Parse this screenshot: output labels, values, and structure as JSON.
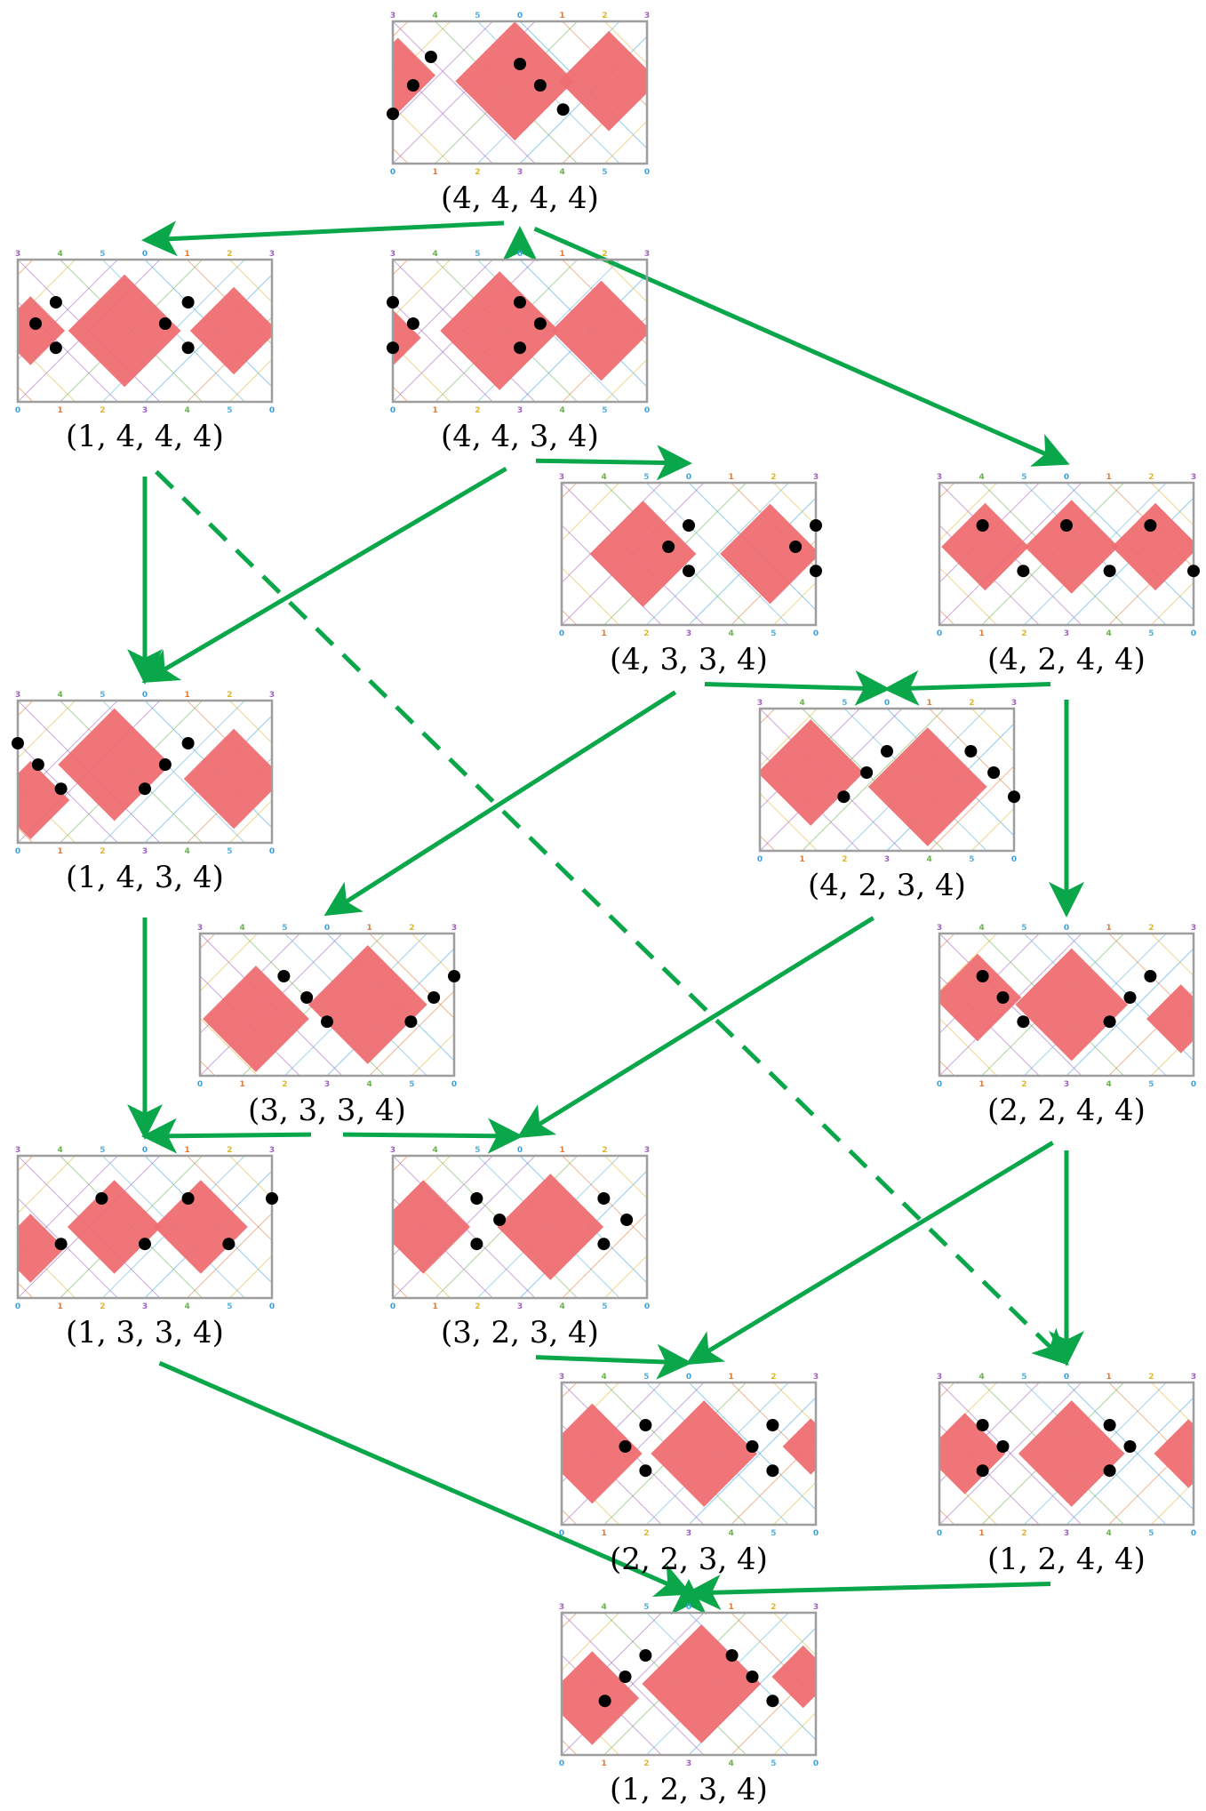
{
  "ticks_top": [
    "3",
    "4",
    "5",
    "0",
    "1",
    "2",
    "3"
  ],
  "ticks_bottom": [
    "0",
    "1",
    "2",
    "3",
    "4",
    "5",
    "0"
  ],
  "tick_colors": {
    "0": "#3aa0e0",
    "1": "#e07a3a",
    "2": "#e0b52a",
    "3": "#a060c0",
    "4": "#6ab04c",
    "5": "#5ab0d8"
  },
  "colors": {
    "arrow": "#0aa64a",
    "fill": "#ee6e72",
    "frame": "#9e9e9e",
    "dot": "#000000"
  },
  "nodes": [
    {
      "id": "n4444",
      "label": "(4, 4, 4, 4)"
    },
    {
      "id": "n1444",
      "label": "(1, 4, 4, 4)"
    },
    {
      "id": "n4434",
      "label": "(4, 4, 3, 4)"
    },
    {
      "id": "n4334",
      "label": "(4, 3, 3, 4)"
    },
    {
      "id": "n4244",
      "label": "(4, 2, 4, 4)"
    },
    {
      "id": "n1434",
      "label": "(1, 4, 3, 4)"
    },
    {
      "id": "n4234",
      "label": "(4, 2, 3, 4)"
    },
    {
      "id": "n3334",
      "label": "(3, 3, 3, 4)"
    },
    {
      "id": "n2244",
      "label": "(2, 2, 4, 4)"
    },
    {
      "id": "n1334",
      "label": "(1, 3, 3, 4)"
    },
    {
      "id": "n3234",
      "label": "(3, 2, 3, 4)"
    },
    {
      "id": "n2234",
      "label": "(2, 2, 3, 4)"
    },
    {
      "id": "n1244",
      "label": "(1, 2, 4, 4)"
    },
    {
      "id": "n1234",
      "label": "(1, 2, 3, 4)"
    }
  ],
  "edges": [
    {
      "from": "n4444",
      "to": "n1444",
      "style": "solid"
    },
    {
      "from": "n4444",
      "to": "n4434",
      "style": "solid"
    },
    {
      "from": "n4444",
      "to": "n4244",
      "style": "solid"
    },
    {
      "from": "n1444",
      "to": "n1434",
      "style": "solid"
    },
    {
      "from": "n1444",
      "to": "n1244",
      "style": "dashed"
    },
    {
      "from": "n4434",
      "to": "n1434",
      "style": "solid"
    },
    {
      "from": "n4434",
      "to": "n4334",
      "style": "solid"
    },
    {
      "from": "n4334",
      "to": "n3334",
      "style": "solid"
    },
    {
      "from": "n4334",
      "to": "n4234",
      "style": "solid"
    },
    {
      "from": "n4244",
      "to": "n4234",
      "style": "solid"
    },
    {
      "from": "n4244",
      "to": "n2244",
      "style": "solid"
    },
    {
      "from": "n1434",
      "to": "n1334",
      "style": "solid"
    },
    {
      "from": "n4234",
      "to": "n3234",
      "style": "solid"
    },
    {
      "from": "n3334",
      "to": "n1334",
      "style": "solid"
    },
    {
      "from": "n3334",
      "to": "n3234",
      "style": "solid"
    },
    {
      "from": "n2244",
      "to": "n2234",
      "style": "solid"
    },
    {
      "from": "n2244",
      "to": "n1244",
      "style": "solid"
    },
    {
      "from": "n1334",
      "to": "n1234",
      "style": "solid"
    },
    {
      "from": "n3234",
      "to": "n2234",
      "style": "solid"
    },
    {
      "from": "n2234",
      "to": "n1234",
      "style": "solid"
    },
    {
      "from": "n1244",
      "to": "n1234",
      "style": "solid"
    }
  ]
}
